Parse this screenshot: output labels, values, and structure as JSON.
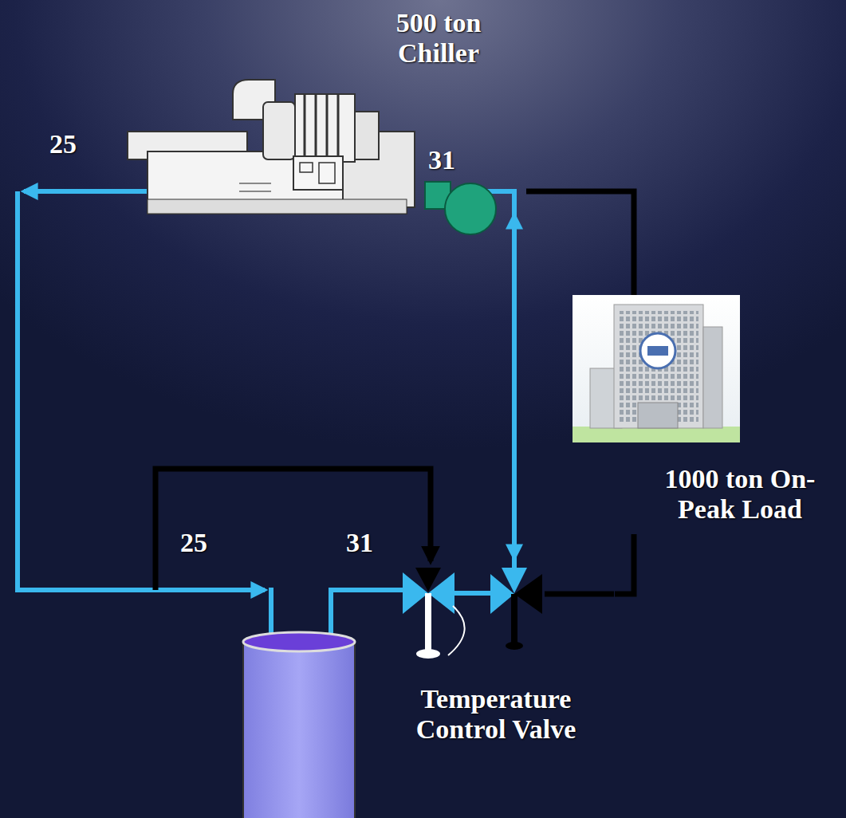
{
  "diagram": {
    "nodes": [
      {
        "text": [
          "500 ton Chiller"
        ]
      },
      {
        "text": [
          "1000 ton On-Peak Load"
        ]
      },
      {
        "text": [
          "Temperature Control Valve"
        ]
      }
    ],
    "edges": [
      {
        "from": 0,
        "to": 1,
        "arrow": "none"
      },
      {
        "from": 1,
        "to": 2,
        "arrow": "none"
      },
      {
        "from": 2,
        "to": 0,
        "arrow": "both"
      }
    ],
    "labels": [
      "25",
      "31",
      "25",
      "31"
    ]
  }
}
